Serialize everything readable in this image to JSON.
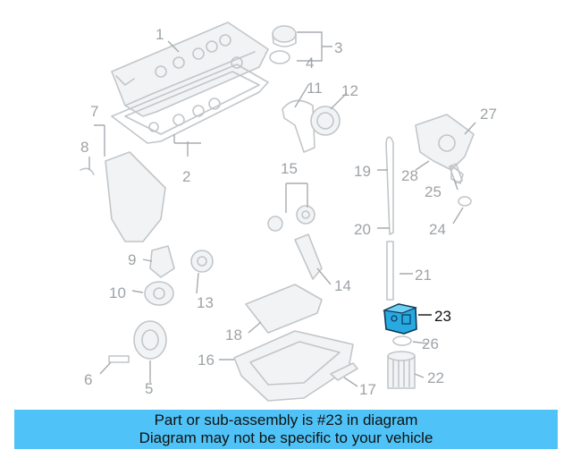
{
  "diagram": {
    "highlight_part": "23",
    "highlight_color": "#29a9e1",
    "labels": [
      "1",
      "2",
      "3",
      "4",
      "5",
      "6",
      "7",
      "8",
      "9",
      "10",
      "11",
      "12",
      "13",
      "14",
      "15",
      "16",
      "17",
      "18",
      "19",
      "20",
      "21",
      "22",
      "23",
      "24",
      "25",
      "26",
      "27",
      "28"
    ]
  },
  "banner": {
    "line1": "Part or sub-assembly is #23 in diagram",
    "line2": "Diagram may not be specific to your vehicle",
    "background": "#4fc3f7"
  }
}
